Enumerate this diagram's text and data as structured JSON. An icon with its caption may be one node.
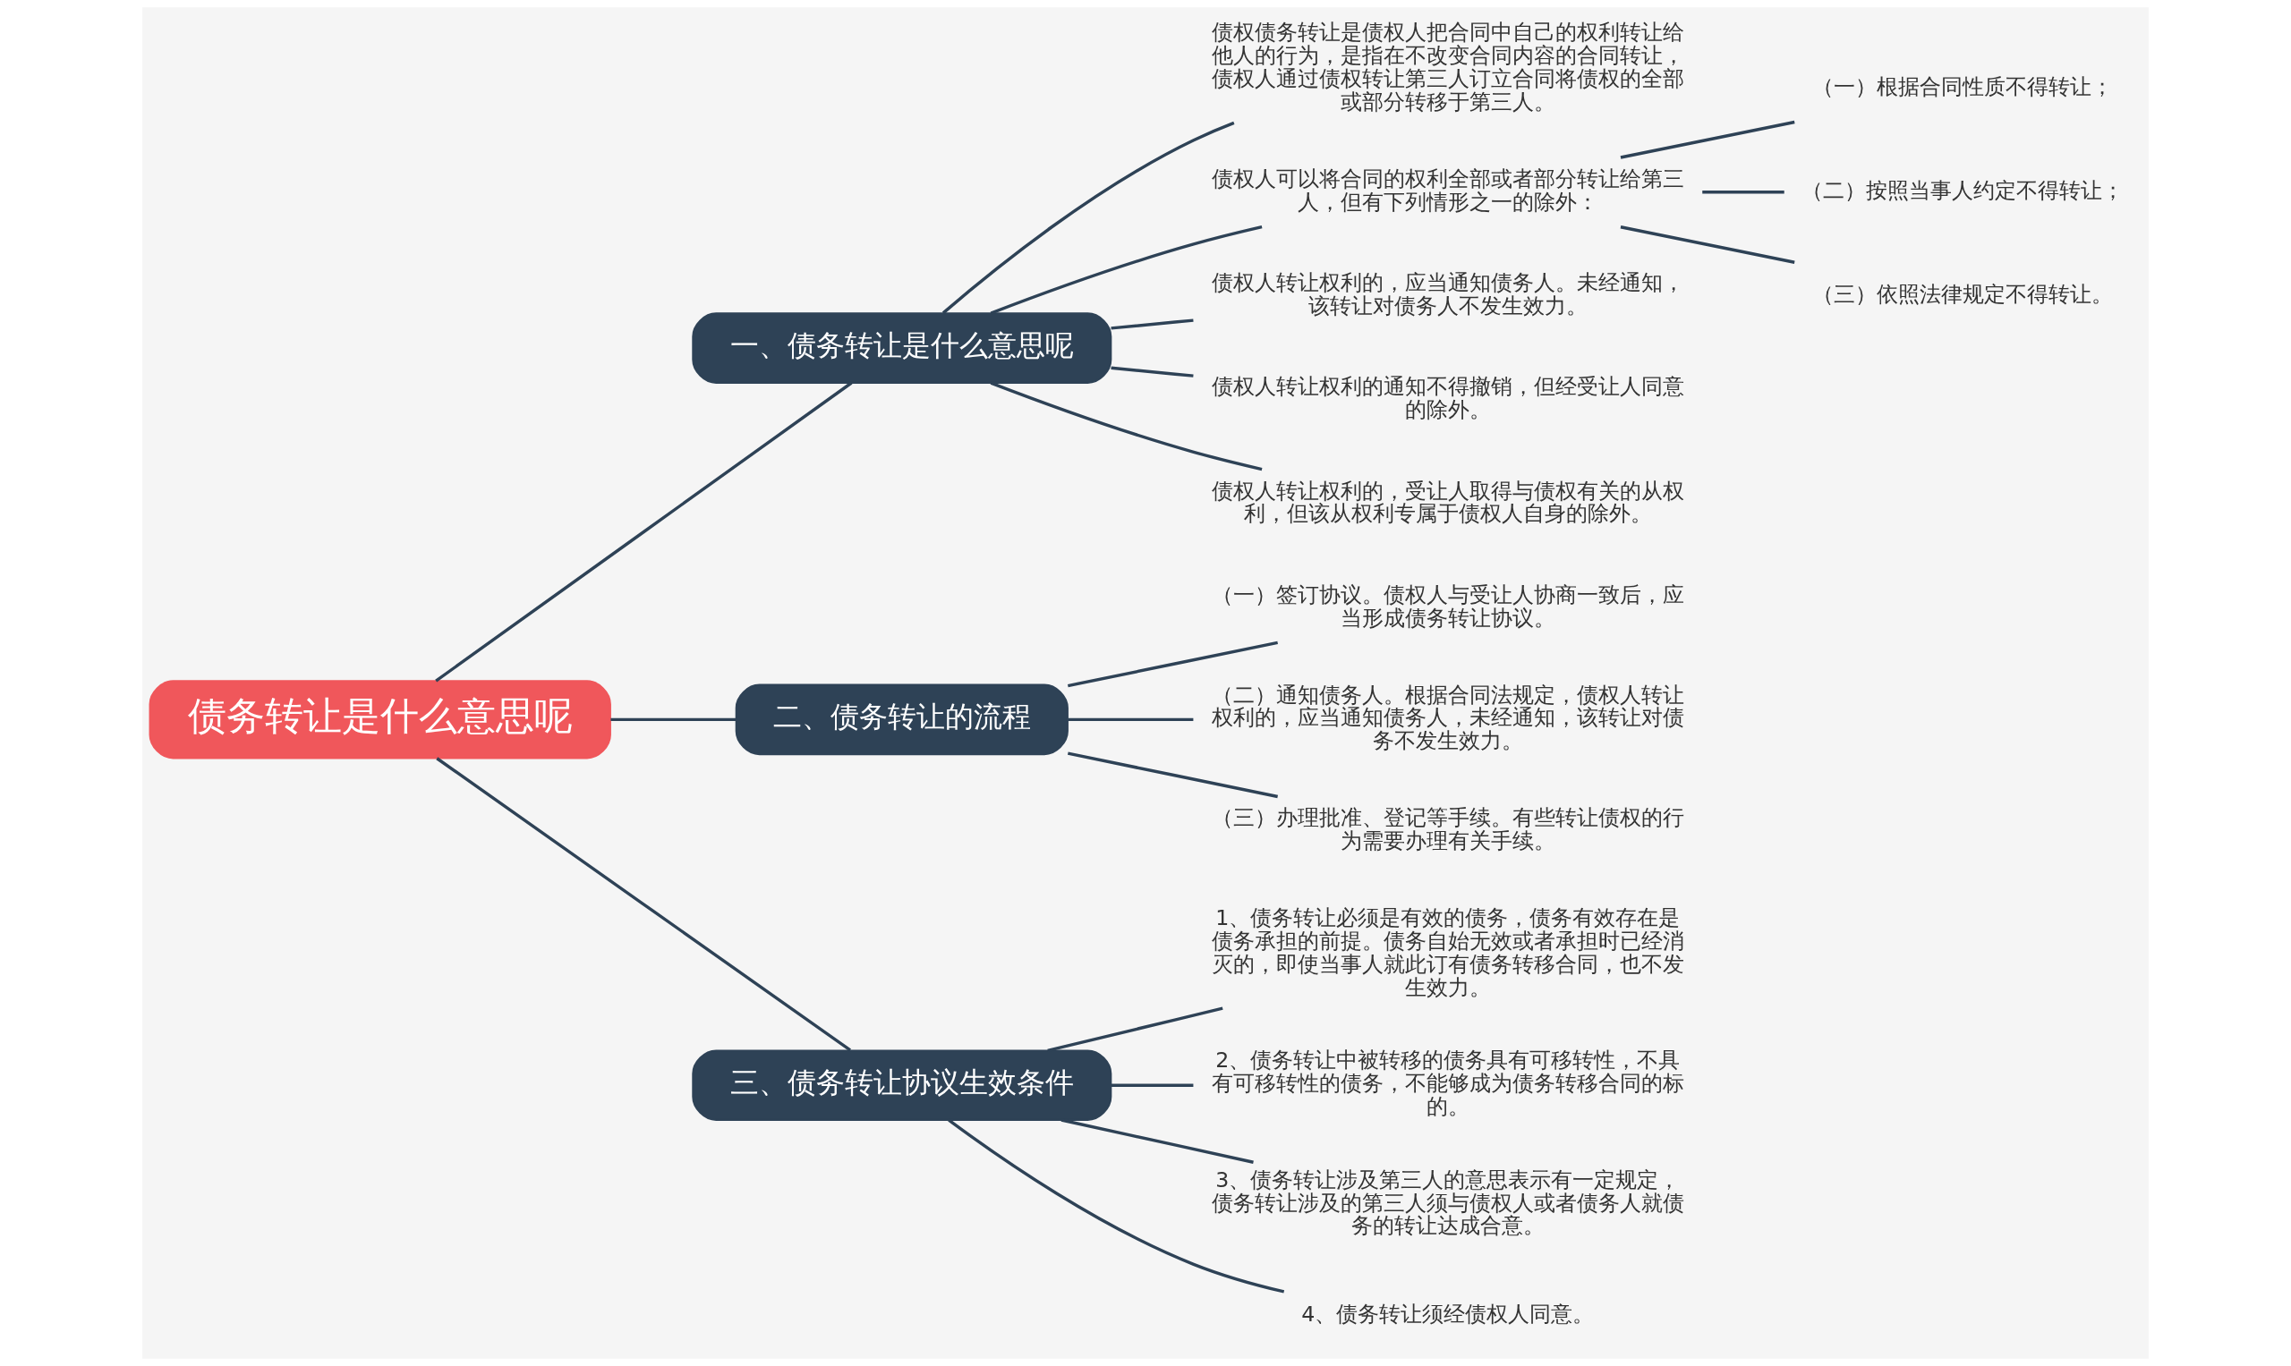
{
  "diagram": {
    "nodes": [
      {
        "text": [
          "债务转让是什么意思呢"
        ]
      },
      {
        "text": [
          "一、债务转让是什么意思呢"
        ]
      },
      {
        "text": [
          "债权债务转让是债权人把合同中自己的权利转让给他人的行为，是指在不改变合同内容的合同转让，债权人通过债权转让第三人订立合同将债权的全部或部分转移于第三人。"
        ]
      },
      {
        "text": [
          "债权人可以将合同的权利全部或者部分转让给第三人，但有下列情形之一的除外："
        ]
      },
      {
        "text": [
          "（一）根据合同性质不得转让；"
        ]
      },
      {
        "text": [
          "（二）按照当事人约定不得转让；"
        ]
      },
      {
        "text": [
          "（三）依照法律规定不得转让。"
        ]
      },
      {
        "text": [
          "债权人转让权利的，应当通知债务人。未经通知，该转让对债务人不发生效力。"
        ]
      },
      {
        "text": [
          "债权人转让权利的通知不得撤销，但经受让人同意的除外。"
        ]
      },
      {
        "text": [
          "债权人转让权利的，受让人取得与债权有关的从权利，但该从权利专属于债权人自身的除外。"
        ]
      },
      {
        "text": [
          "二、债务转让的流程"
        ]
      },
      {
        "text": [
          "（一）签订协议。债权人与受让人协商一致后，应当形成债务转让协议。"
        ]
      },
      {
        "text": [
          "（二）通知债务人。根据合同法规定，债权人转让权利的，应当通知债务人，未经通知，该转让对债务不发生效力。"
        ]
      },
      {
        "text": [
          "（三）办理批准、登记等手续。有些转让债权的行为需要办理有关手续。"
        ]
      },
      {
        "text": [
          "三、债务转让协议生效条件"
        ]
      },
      {
        "text": [
          "1、债务转让必须是有效的债务，债务有效存在是债务承担的前提。债务自始无效或者承担时已经消灭的，即使当事人就此订有债务转移合同，也不发生效力。"
        ]
      },
      {
        "text": [
          "2、债务转让中被转移的债务具有可移转性，不具有可移转性的债务，不能够成为债务转移合同的标的。"
        ]
      },
      {
        "text": [
          "3、债务转让涉及第三人的意思表示有一定规定，债务转让涉及的第三人须与债权人或者债务人就债务的转让达成合意。"
        ]
      },
      {
        "text": [
          "4、债务转让须经债权人同意。"
        ]
      }
    ],
    "edges": [
      {
        "from": 0,
        "to": 1,
        "arrow": "none"
      },
      {
        "from": 1,
        "to": 2,
        "arrow": "none"
      },
      {
        "from": 1,
        "to": 3,
        "arrow": "none"
      },
      {
        "from": 3,
        "to": 4,
        "arrow": "none"
      },
      {
        "from": 3,
        "to": 5,
        "arrow": "none"
      },
      {
        "from": 3,
        "to": 6,
        "arrow": "none"
      },
      {
        "from": 1,
        "to": 7,
        "arrow": "none"
      },
      {
        "from": 1,
        "to": 8,
        "arrow": "none"
      },
      {
        "from": 1,
        "to": 9,
        "arrow": "none"
      },
      {
        "from": 0,
        "to": 10,
        "arrow": "none"
      },
      {
        "from": 10,
        "to": 11,
        "arrow": "none"
      },
      {
        "from": 10,
        "to": 12,
        "arrow": "none"
      },
      {
        "from": 10,
        "to": 13,
        "arrow": "none"
      },
      {
        "from": 0,
        "to": 14,
        "arrow": "none"
      },
      {
        "from": 14,
        "to": 15,
        "arrow": "none"
      },
      {
        "from": 14,
        "to": 16,
        "arrow": "none"
      },
      {
        "from": 14,
        "to": 17,
        "arrow": "none"
      },
      {
        "from": 14,
        "to": 18,
        "arrow": "none"
      }
    ]
  }
}
